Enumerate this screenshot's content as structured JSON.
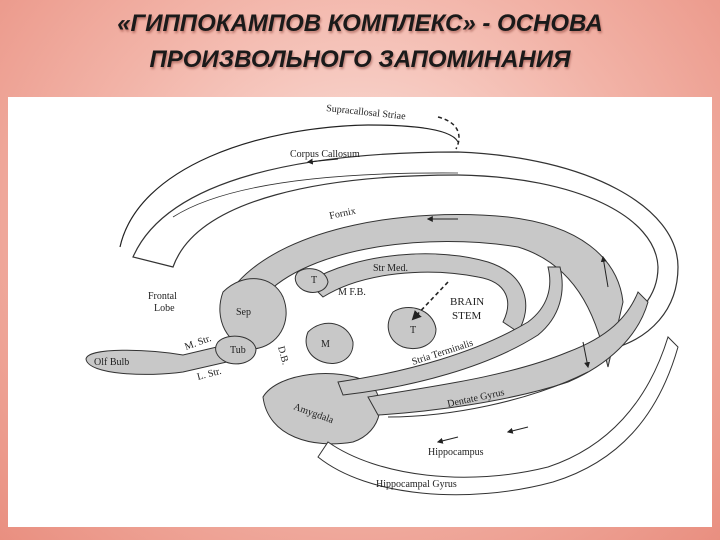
{
  "title": {
    "line1": "«ГИППОКАМПОВ КОМПЛЕКС» - ОСНОВА",
    "line2": "ПРОИЗВОЛЬНОГО ЗАПОМИНАНИЯ"
  },
  "diagram": {
    "labels": {
      "supracallosal_striae": "Supracallosal Striae",
      "corpus_callosum": "Corpus Callosum",
      "fornix": "Fornix",
      "st_med": "Str Med.",
      "mfb": "M F.B.",
      "brain_stem_1": "BRAIN",
      "brain_stem_2": "STEM",
      "frontal_lobe_1": "Frontal",
      "frontal_lobe_2": "Lobe",
      "sep": "Sep",
      "m": "M",
      "t1": "T",
      "t2": "T",
      "m_str": "M. Str.",
      "tub": "Tub",
      "db": "D.B.",
      "olf_bulb": "Olf Bulb",
      "l_str": "L. Str.",
      "stria_terminalis": "Stria Terminalis",
      "amygdala": "Amygdala",
      "dentate_gyrus": "Dentate Gyrus",
      "hippocampus": "Hippocampus",
      "hippocampal_gyrus": "Hippocampal Gyrus"
    },
    "colors": {
      "structure_fill": "#c8c8c8",
      "outline": "#333333",
      "slide_bg": "#f2b3a7"
    }
  }
}
